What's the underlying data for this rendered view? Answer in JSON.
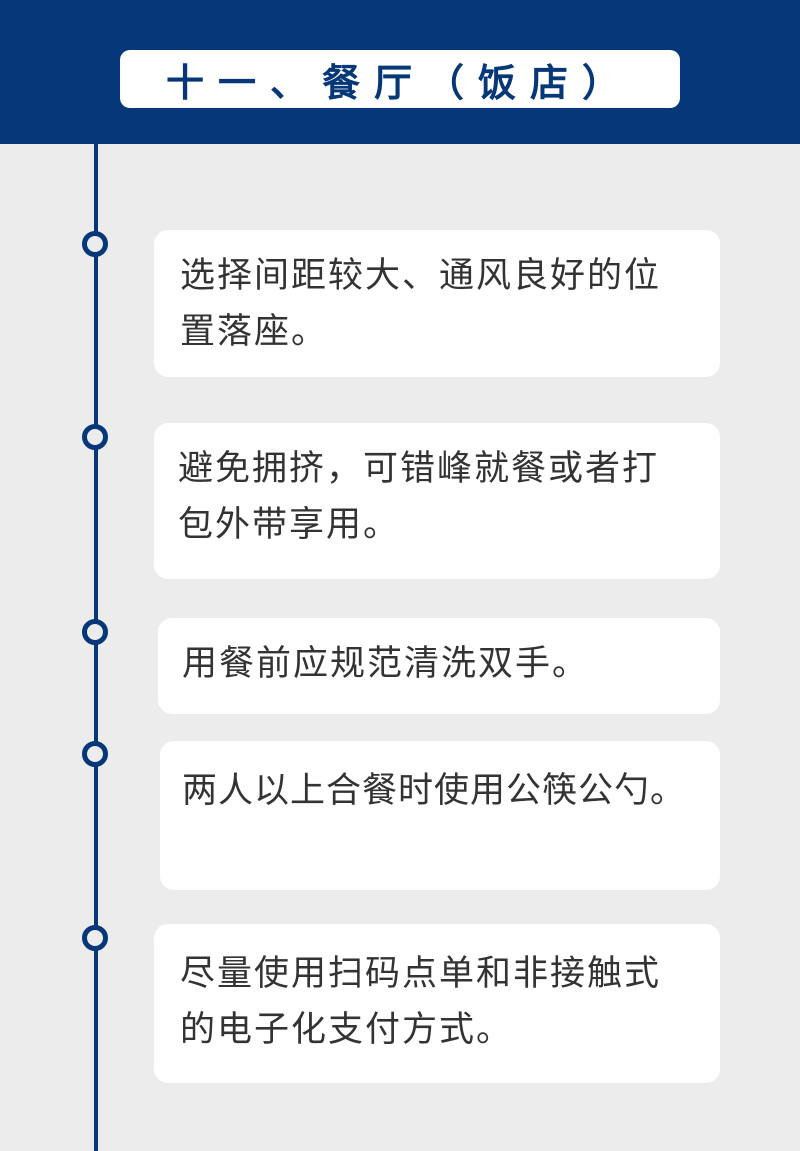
{
  "header": {
    "title": "十一、餐厅（饭店）"
  },
  "items": [
    {
      "text": "选择间距较大、通风良好的位置落座。"
    },
    {
      "text": "避免拥挤，可错峰就餐或者打包外带享用。"
    },
    {
      "text": "用餐前应规范清洗双手。"
    },
    {
      "text": "两人以上合餐时使用公筷公勺。"
    },
    {
      "text": "尽量使用扫码点单和非接触式的电子化支付方式。"
    }
  ],
  "colors": {
    "primary": "#063778",
    "background": "#ececec",
    "card": "#ffffff",
    "text": "#333333"
  }
}
